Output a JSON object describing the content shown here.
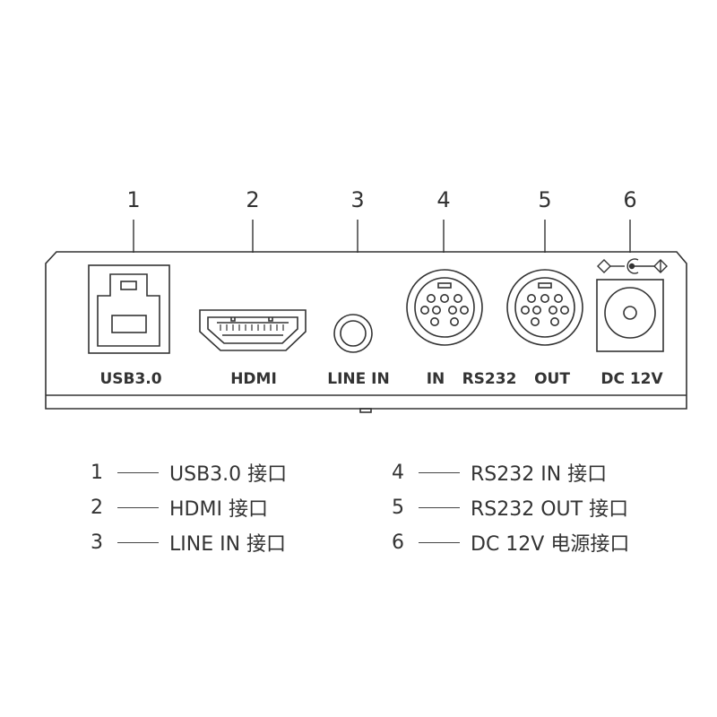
{
  "callouts": [
    "1",
    "2",
    "3",
    "4",
    "5",
    "6"
  ],
  "port_labels": {
    "usb": "USB3.0",
    "hdmi": "HDMI",
    "line_in": "LINE IN",
    "rs232_in": "IN",
    "rs232": "RS232",
    "rs232_out": "OUT",
    "dc": "DC 12V"
  },
  "legend": [
    {
      "num": "1",
      "text": "USB3.0 接口"
    },
    {
      "num": "2",
      "text": "HDMI 接口"
    },
    {
      "num": "3",
      "text": "LINE IN 接口"
    },
    {
      "num": "4",
      "text": "RS232 IN 接口"
    },
    {
      "num": "5",
      "text": "RS232 OUT 接口"
    },
    {
      "num": "6",
      "text": "DC 12V 电源接口"
    }
  ],
  "colors": {
    "stroke": "#333333",
    "background": "#ffffff"
  }
}
